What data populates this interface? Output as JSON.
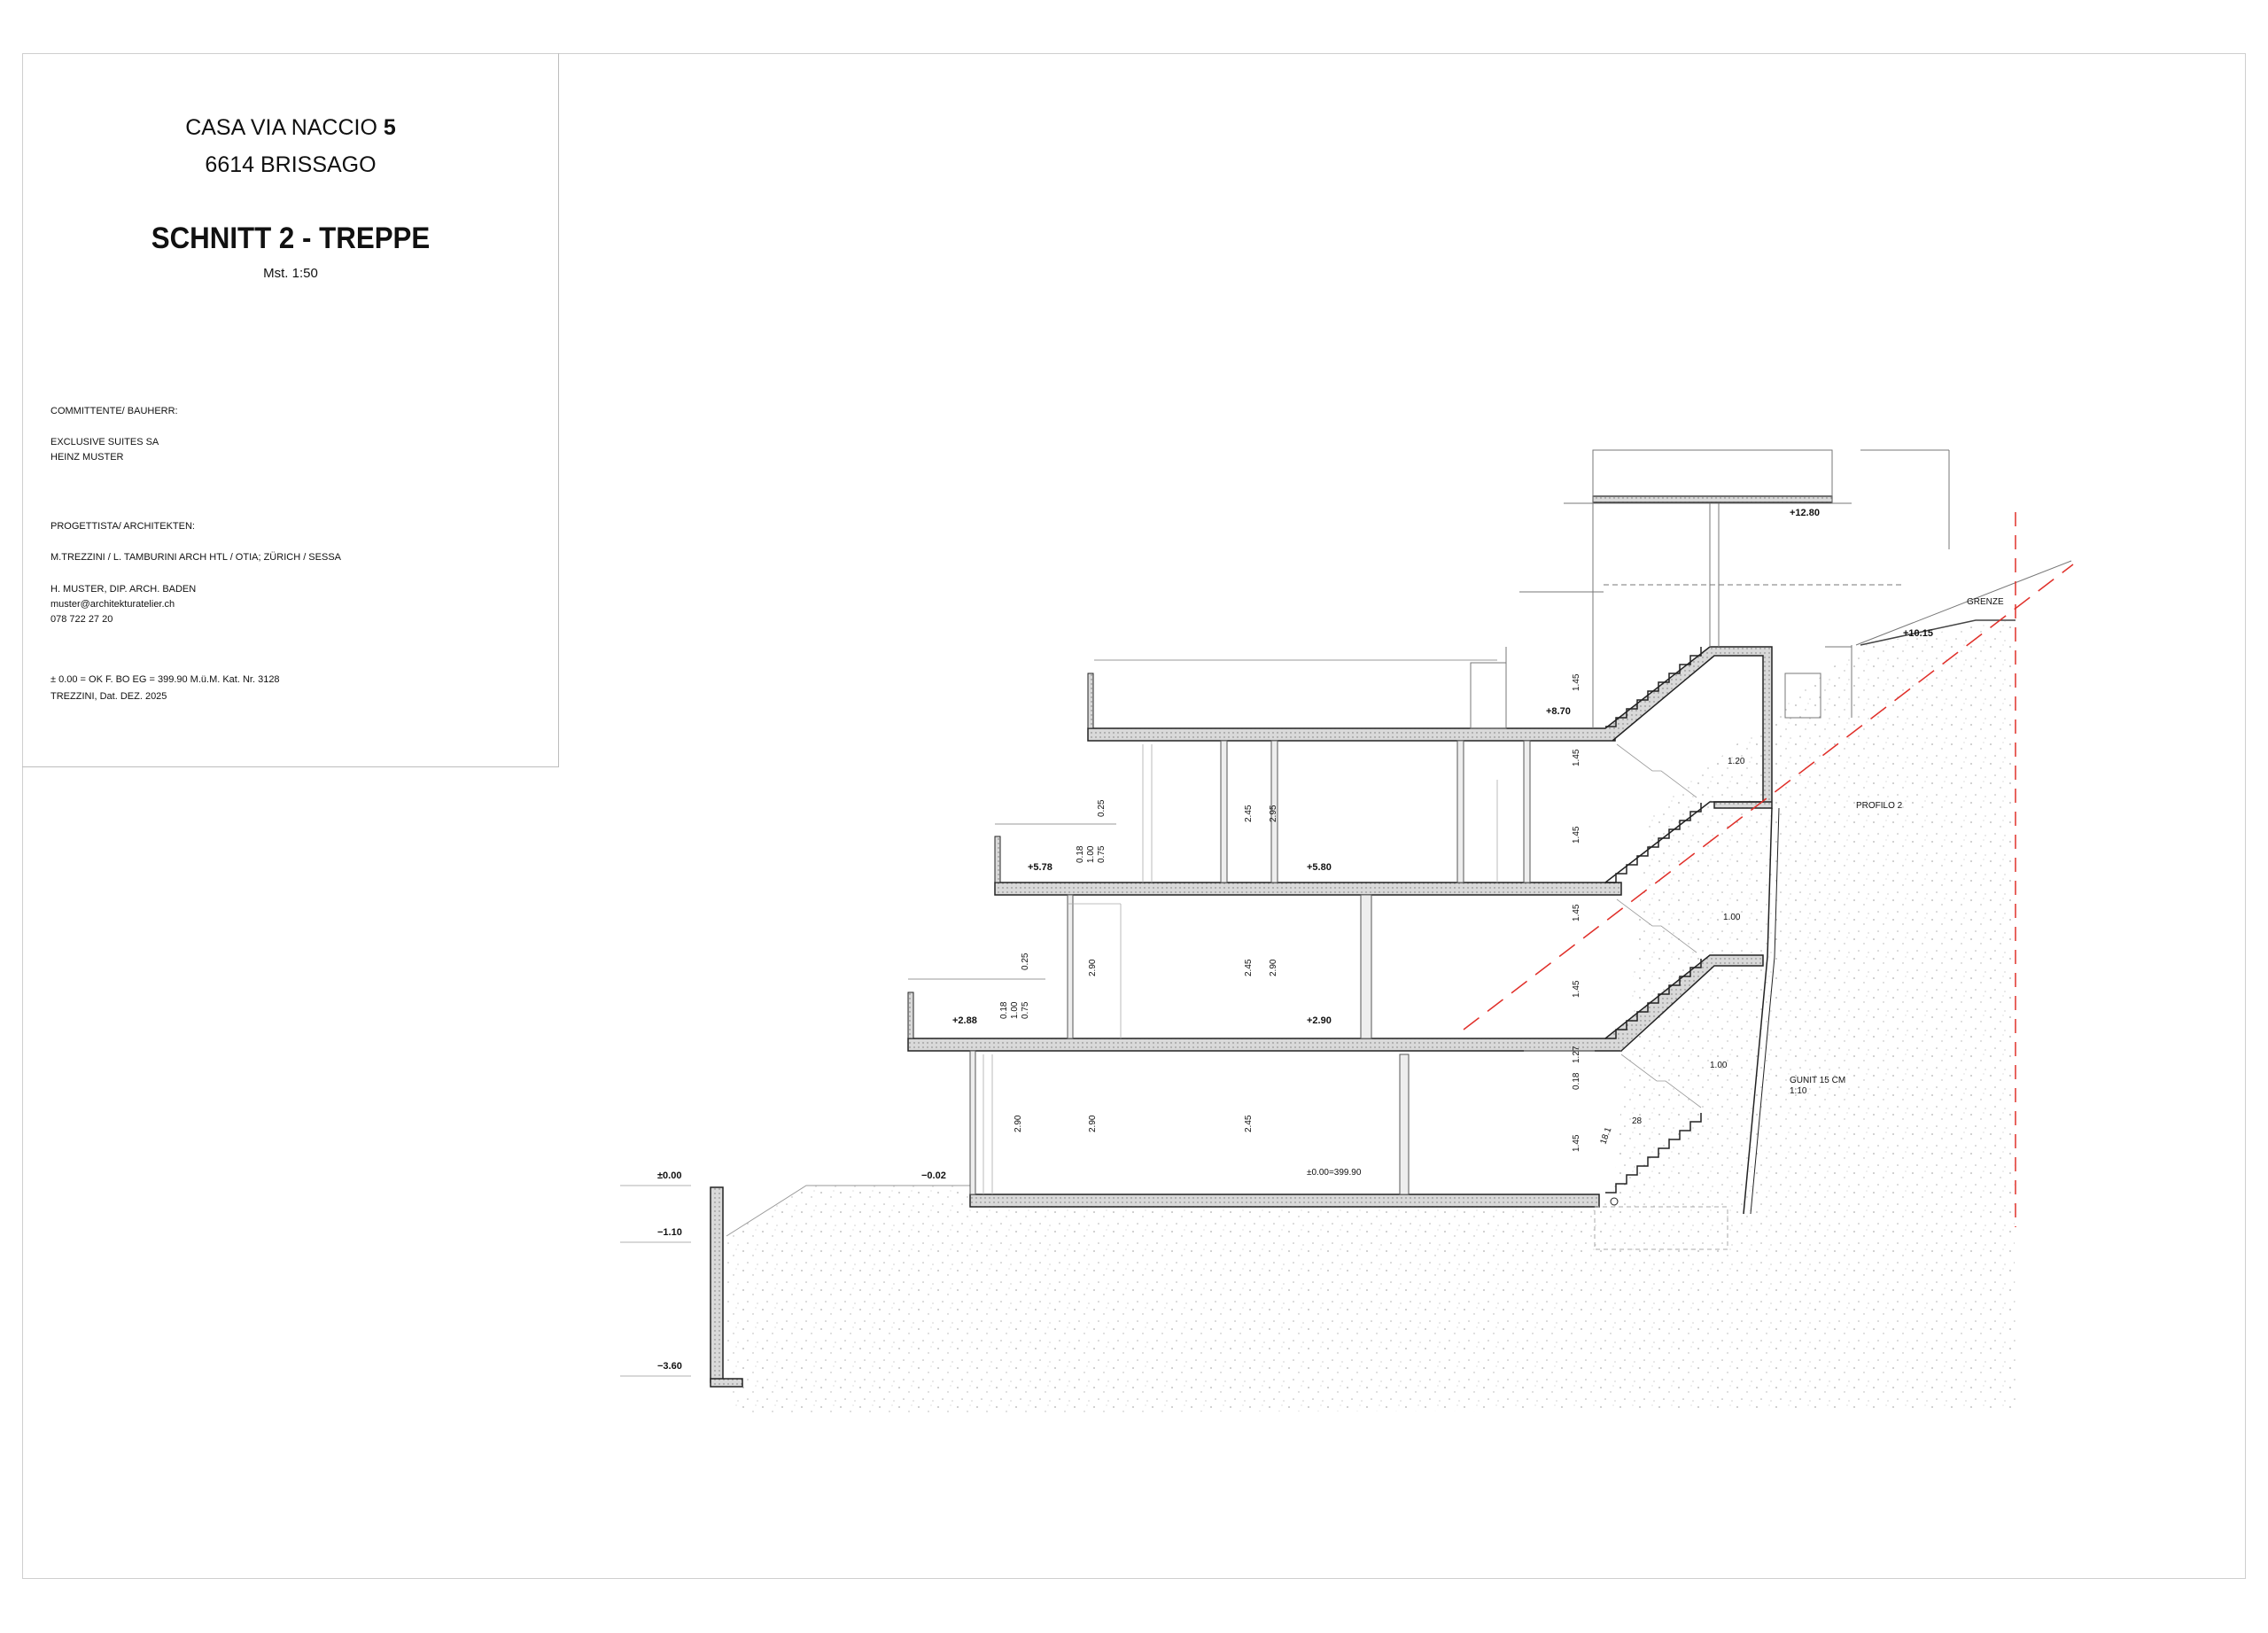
{
  "title_block": {
    "project_line1": "CASA VIA NACCIO",
    "project_number": "5",
    "project_line2": "6614 BRISSAGO",
    "drawing_title": "SCHNITT 2 - TREPPE",
    "scale": "Mst. 1:50",
    "client_label": "COMMITTENTE/ BAUHERR:",
    "client_company": "EXCLUSIVE SUITES SA",
    "client_name": "HEINZ MUSTER",
    "architects_label": "PROGETTISTA/ ARCHITEKTEN:",
    "architects_names": "M.TREZZINI / L. TAMBURINI  ARCH HTL / OTIA; ZÜRICH / SESSA",
    "architect2": "H. MUSTER, DIP. ARCH. BADEN",
    "email": "muster@architekturatelier.ch",
    "phone": "078  722  27  20",
    "reference_note": "± 0.00 = OK  F. BO EG  = 399.90 M.ü.M.  Kat. Nr. 3128",
    "date_note": "TREZZINI,  Dat. DEZ. 2025"
  },
  "levels": {
    "l_0": "±0.00",
    "l_0_ref": "±0.00=399.90",
    "l_m002": "−0.02",
    "l_m110": "−1.10",
    "l_m360": "−3.60",
    "l_288": "+2.88",
    "l_290": "+2.90",
    "l_578": "+5.78",
    "l_580": "+5.80",
    "l_870": "+8.70",
    "l_1015": "+10.15",
    "l_1280": "+12.80"
  },
  "labels": {
    "grenze": "GRENZE",
    "profilo": "PROFILO 2",
    "gunit": "GUNIT 15 CM",
    "gunit_scale": "1:10"
  },
  "dims": {
    "d245": "2.45",
    "d290": "2.90",
    "d295": "2.95",
    "d145": "1.45",
    "d018": "0.18",
    "d100": "1.00",
    "d075": "0.75",
    "d025": "0.25",
    "d120": "1.20",
    "d127": "1.27",
    "d181": "18.1",
    "d28": "28"
  },
  "colors": {
    "line": "#222222",
    "thin": "#9a9a9a",
    "slab_fill": "#d9d9d9",
    "soil_dot": "#b0b0b0",
    "boundary": "#e0302a"
  }
}
